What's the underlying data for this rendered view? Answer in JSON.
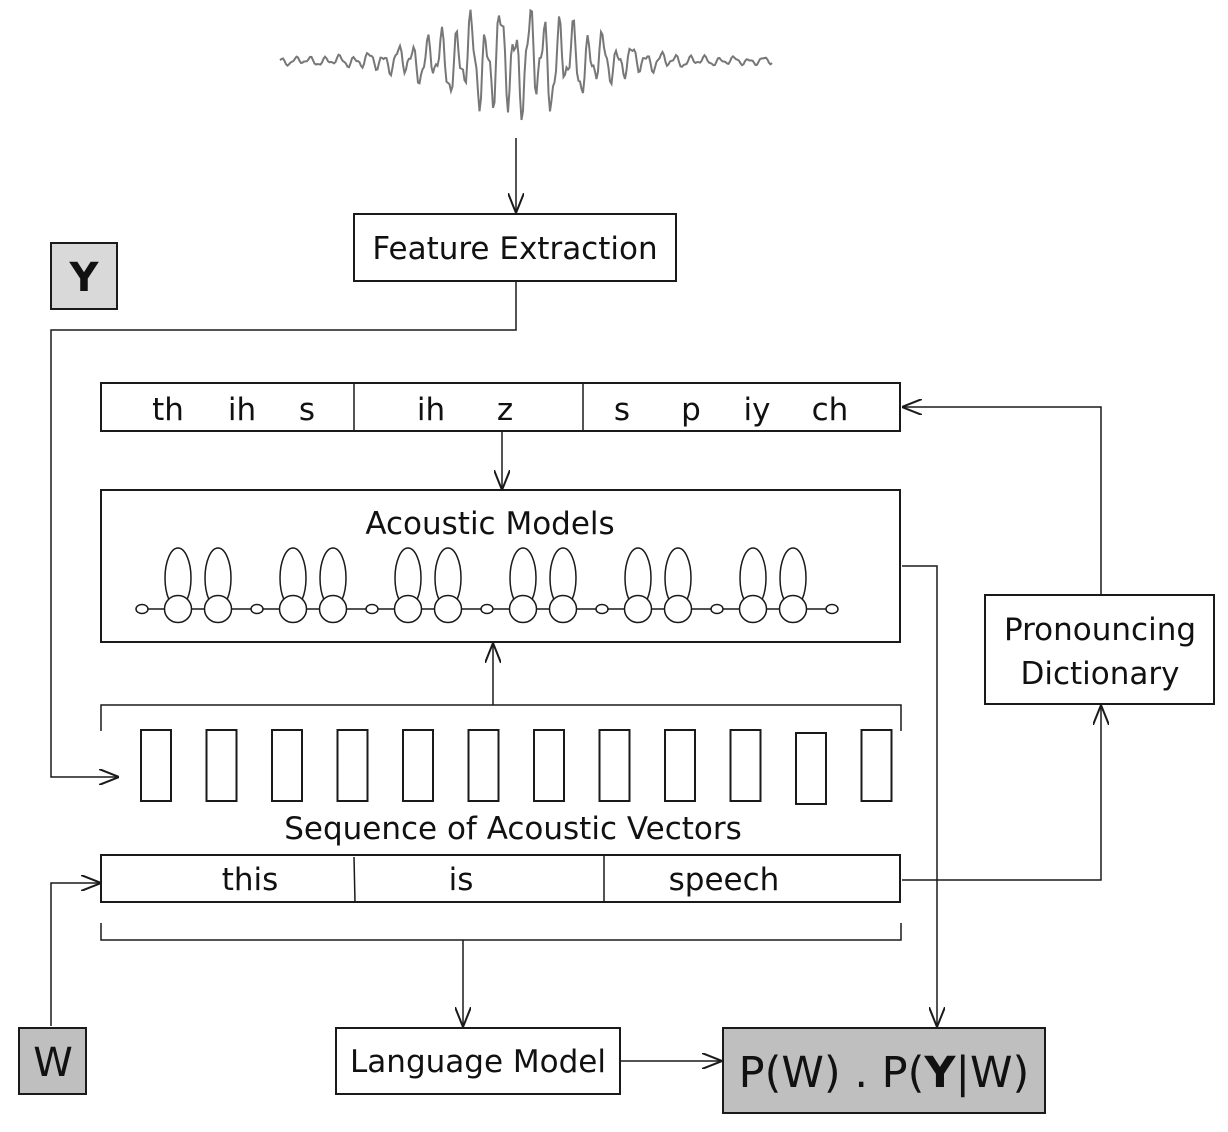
{
  "colors": {
    "y_box_fill": "#d9d9d9",
    "w_box_fill": "#bfbfbf",
    "formula_box_fill": "#bfbfbf",
    "stroke": "#1a1a1a",
    "waveform": "#777777"
  },
  "labels": {
    "y_symbol": "Y",
    "w_symbol": "W",
    "feature_extraction": "Feature Extraction",
    "acoustic_models": "Acoustic Models",
    "sequence_caption": "Sequence of Acoustic Vectors",
    "pronouncing_line1": "Pronouncing",
    "pronouncing_line2": "Dictionary",
    "language_model": "Language Model",
    "formula_a": "P(W) . P(",
    "formula_bold": "Y",
    "formula_b": "|W)"
  },
  "phonemes": [
    [
      "th",
      "ih",
      "s"
    ],
    [
      "ih",
      "z"
    ],
    [
      "s",
      "p",
      "iy",
      "ch"
    ]
  ],
  "words": [
    "this",
    "is",
    "speech"
  ],
  "acoustic_vector_count": 12,
  "hmm_model_count": 6
}
